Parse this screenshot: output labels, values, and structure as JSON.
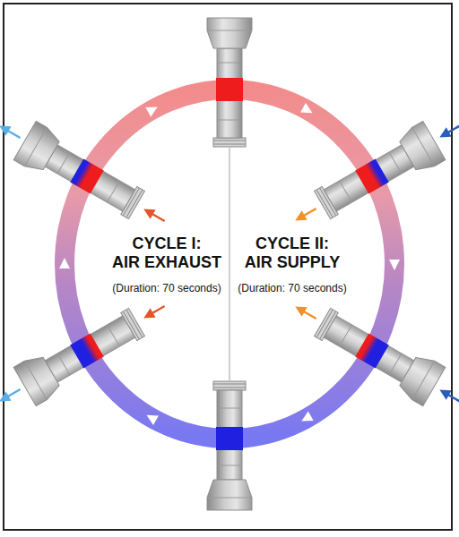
{
  "diagram": {
    "labels": [
      "CYCLE I:",
      "AIR EXHAUST",
      "(Duration: 70 seconds)",
      "CYCLE II:",
      "AIR SUPPLY",
      "(Duration: 70 seconds)"
    ]
  }
}
